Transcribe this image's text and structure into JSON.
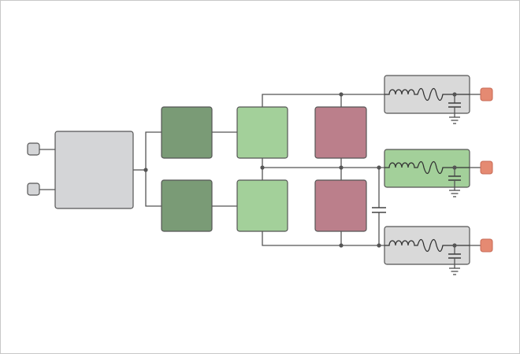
{
  "diagram": {
    "colors": {
      "frame_border": "#c8c8c8",
      "wire": "#555555",
      "source_block": "#d4d5d7",
      "input_terminal": "#d4d5d7",
      "dark_green_block": "#7a9b76",
      "light_green_block": "#a3d09a",
      "mauve_block": "#bb7f8b",
      "filter_box": "#d9d9d9",
      "filter_box_highlight": "#a3d09a",
      "output_terminal": "#e58a72"
    },
    "blocks": [
      {
        "id": "input-terminal-1",
        "color": "input_terminal",
        "icon": "terminal-square"
      },
      {
        "id": "input-terminal-2",
        "color": "input_terminal",
        "icon": "terminal-square"
      },
      {
        "id": "source-block",
        "color": "source_block"
      },
      {
        "id": "dark-green-block-upper",
        "color": "dark_green_block"
      },
      {
        "id": "dark-green-block-lower",
        "color": "dark_green_block"
      },
      {
        "id": "light-green-block-upper",
        "color": "light_green_block"
      },
      {
        "id": "light-green-block-lower",
        "color": "light_green_block"
      },
      {
        "id": "mauve-block-upper",
        "color": "mauve_block"
      },
      {
        "id": "mauve-block-lower",
        "color": "mauve_block"
      },
      {
        "id": "lc-filter-1",
        "color": "filter_box",
        "icon": "inductor-capacitor-ground"
      },
      {
        "id": "lc-filter-2",
        "color": "filter_box_highlight",
        "icon": "inductor-capacitor-ground"
      },
      {
        "id": "lc-filter-3",
        "color": "filter_box",
        "icon": "inductor-capacitor-ground"
      },
      {
        "id": "output-terminal-1",
        "color": "output_terminal",
        "icon": "terminal-square"
      },
      {
        "id": "output-terminal-2",
        "color": "output_terminal",
        "icon": "terminal-square"
      },
      {
        "id": "output-terminal-3",
        "color": "output_terminal",
        "icon": "terminal-square"
      },
      {
        "id": "dc-link-capacitor",
        "icon": "capacitor-icon"
      }
    ]
  }
}
